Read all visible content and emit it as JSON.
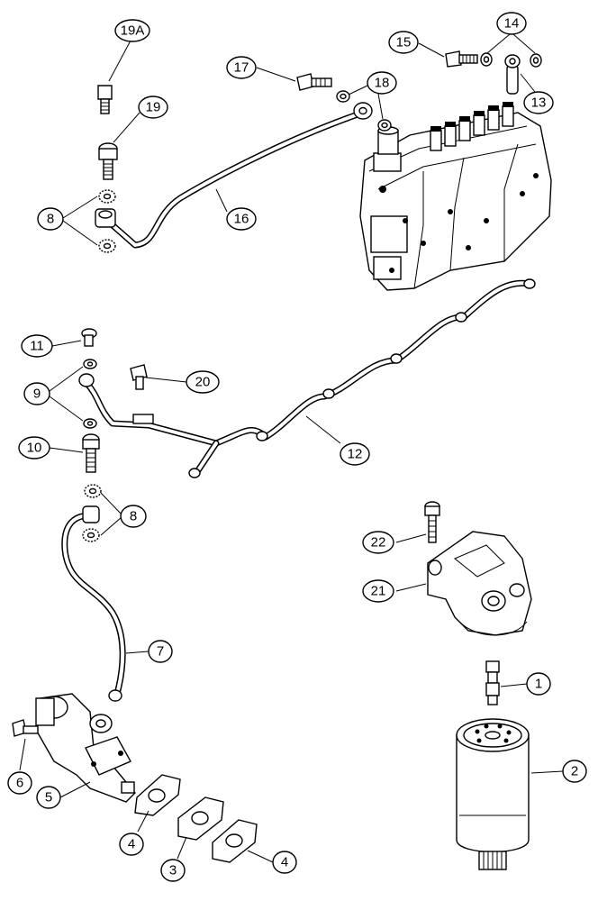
{
  "callouts": [
    {
      "id": "c19a",
      "label": "19A"
    },
    {
      "id": "c19",
      "label": "19"
    },
    {
      "id": "c8a",
      "label": "8"
    },
    {
      "id": "c17",
      "label": "17"
    },
    {
      "id": "c18",
      "label": "18"
    },
    {
      "id": "c16",
      "label": "16"
    },
    {
      "id": "c15",
      "label": "15"
    },
    {
      "id": "c14",
      "label": "14"
    },
    {
      "id": "c13",
      "label": "13"
    },
    {
      "id": "c11",
      "label": "11"
    },
    {
      "id": "c9",
      "label": "9"
    },
    {
      "id": "c20",
      "label": "20"
    },
    {
      "id": "c10",
      "label": "10"
    },
    {
      "id": "c12",
      "label": "12"
    },
    {
      "id": "c8b",
      "label": "8"
    },
    {
      "id": "c22",
      "label": "22"
    },
    {
      "id": "c21",
      "label": "21"
    },
    {
      "id": "c7",
      "label": "7"
    },
    {
      "id": "c1",
      "label": "1"
    },
    {
      "id": "c6",
      "label": "6"
    },
    {
      "id": "c2",
      "label": "2"
    },
    {
      "id": "c5",
      "label": "5"
    },
    {
      "id": "c4a",
      "label": "4"
    },
    {
      "id": "c3",
      "label": "3"
    },
    {
      "id": "c4b",
      "label": "4"
    }
  ]
}
